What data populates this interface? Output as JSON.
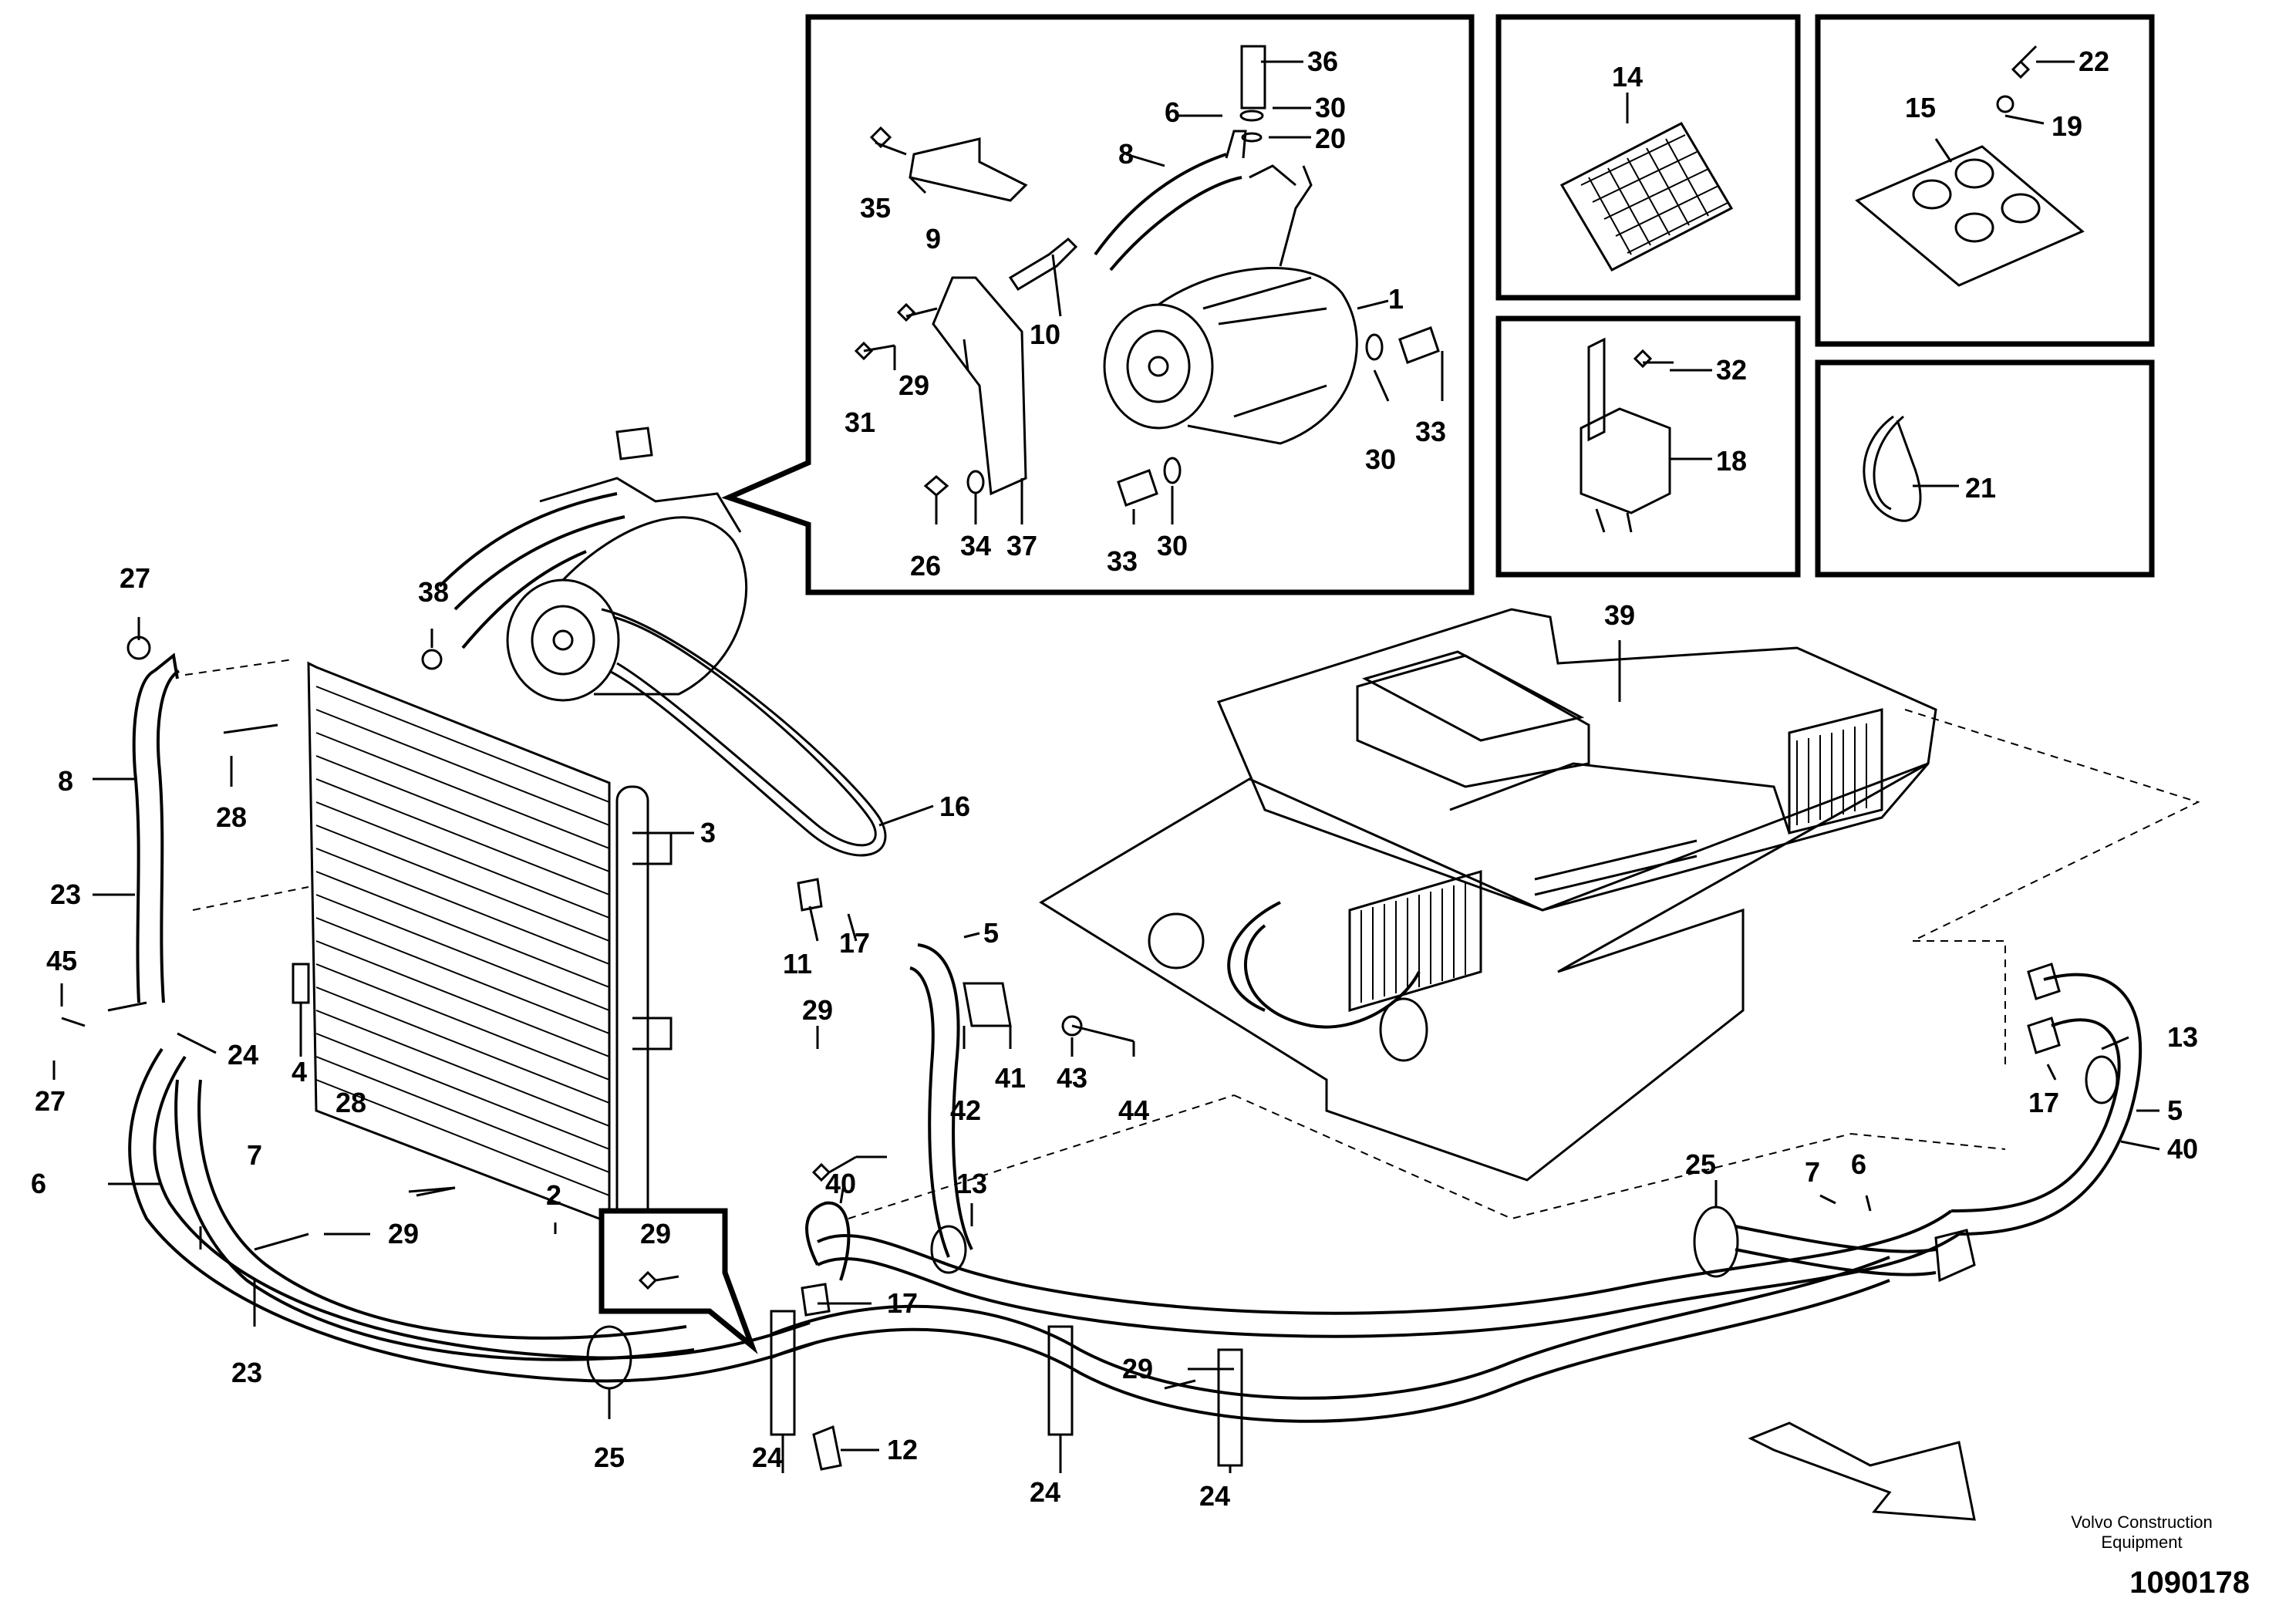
{
  "callouts": [
    {
      "id": "c36",
      "text": "36"
    },
    {
      "id": "c30a",
      "text": "30"
    },
    {
      "id": "c20",
      "text": "20"
    },
    {
      "id": "c6a",
      "text": "6"
    },
    {
      "id": "c8a",
      "text": "8"
    },
    {
      "id": "c35",
      "text": "35"
    },
    {
      "id": "c9",
      "text": "9"
    },
    {
      "id": "c10",
      "text": "10"
    },
    {
      "id": "c1",
      "text": "1"
    },
    {
      "id": "c31",
      "text": "31"
    },
    {
      "id": "c29a",
      "text": "29"
    },
    {
      "id": "c30b",
      "text": "30"
    },
    {
      "id": "c33a",
      "text": "33"
    },
    {
      "id": "c26",
      "text": "26"
    },
    {
      "id": "c34",
      "text": "34"
    },
    {
      "id": "c37",
      "text": "37"
    },
    {
      "id": "c33b",
      "text": "33"
    },
    {
      "id": "c30c",
      "text": "30"
    },
    {
      "id": "c14",
      "text": "14"
    },
    {
      "id": "c15",
      "text": "15"
    },
    {
      "id": "c22",
      "text": "22"
    },
    {
      "id": "c19",
      "text": "19"
    },
    {
      "id": "c32",
      "text": "32"
    },
    {
      "id": "c18",
      "text": "18"
    },
    {
      "id": "c21",
      "text": "21"
    },
    {
      "id": "c39",
      "text": "39"
    },
    {
      "id": "c27a",
      "text": "27"
    },
    {
      "id": "c38",
      "text": "38"
    },
    {
      "id": "c8b",
      "text": "8"
    },
    {
      "id": "c28a",
      "text": "28"
    },
    {
      "id": "c16",
      "text": "16"
    },
    {
      "id": "c3",
      "text": "3"
    },
    {
      "id": "c23a",
      "text": "23"
    },
    {
      "id": "c45",
      "text": "45"
    },
    {
      "id": "c24a",
      "text": "24"
    },
    {
      "id": "c27b",
      "text": "27"
    },
    {
      "id": "c4",
      "text": "4"
    },
    {
      "id": "c28b",
      "text": "28"
    },
    {
      "id": "c2",
      "text": "2"
    },
    {
      "id": "c7a",
      "text": "7"
    },
    {
      "id": "c6b",
      "text": "6"
    },
    {
      "id": "c11",
      "text": "11"
    },
    {
      "id": "c17a",
      "text": "17"
    },
    {
      "id": "c5a",
      "text": "5"
    },
    {
      "id": "c29b",
      "text": "29"
    },
    {
      "id": "c41",
      "text": "41"
    },
    {
      "id": "c42",
      "text": "42"
    },
    {
      "id": "c43",
      "text": "43"
    },
    {
      "id": "c44",
      "text": "44"
    },
    {
      "id": "c40a",
      "text": "40"
    },
    {
      "id": "c13a",
      "text": "13"
    },
    {
      "id": "c29c",
      "text": "29"
    },
    {
      "id": "c29d",
      "text": "29"
    },
    {
      "id": "c17b",
      "text": "17"
    },
    {
      "id": "c23b",
      "text": "23"
    },
    {
      "id": "c25a",
      "text": "25"
    },
    {
      "id": "c24b",
      "text": "24"
    },
    {
      "id": "c12",
      "text": "12"
    },
    {
      "id": "c29e",
      "text": "29"
    },
    {
      "id": "c24c",
      "text": "24"
    },
    {
      "id": "c24d",
      "text": "24"
    },
    {
      "id": "c25b",
      "text": "25"
    },
    {
      "id": "c7b",
      "text": "7"
    },
    {
      "id": "c6c",
      "text": "6"
    },
    {
      "id": "c13b",
      "text": "13"
    },
    {
      "id": "c17c",
      "text": "17"
    },
    {
      "id": "c5b",
      "text": "5"
    },
    {
      "id": "c40b",
      "text": "40"
    }
  ],
  "footer": {
    "brand_line1": "Volvo Construction",
    "brand_line2": "Equipment",
    "doc_number": "1090178"
  }
}
